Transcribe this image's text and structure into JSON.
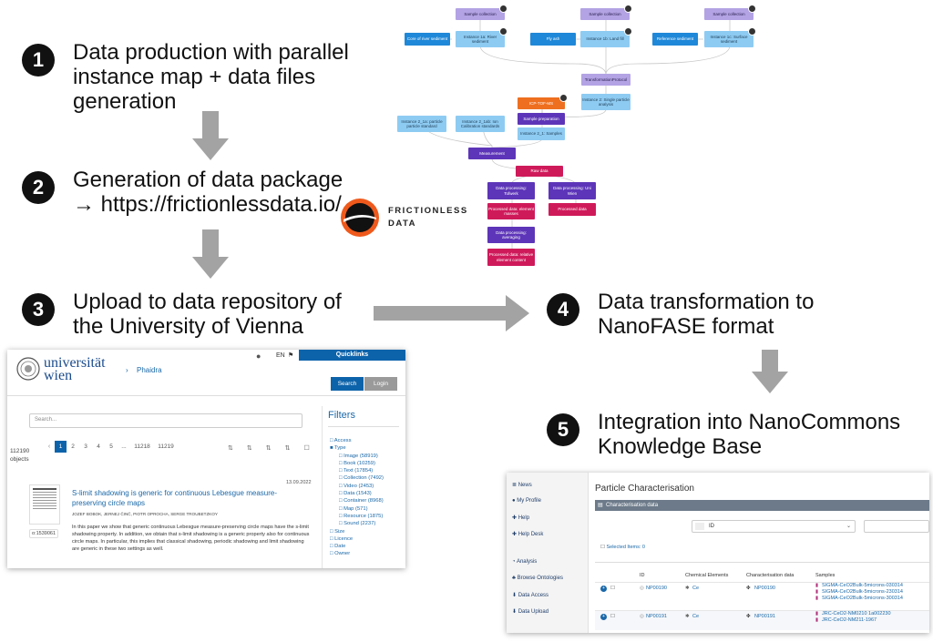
{
  "steps": [
    {
      "num": "1",
      "text": "Data production with parallel instance map + data files generation"
    },
    {
      "num": "2",
      "line1": "Generation of data package",
      "line2": "→ https://frictionlessdata.io/"
    },
    {
      "num": "3",
      "text": "Upload to data repository of the University of Vienna"
    },
    {
      "num": "4",
      "text": "Data transformation to NanoFASE format"
    },
    {
      "num": "5",
      "text": "Integration into NanoCommons Knowledge Base"
    }
  ],
  "frictionless": {
    "line1": "FRICTIONLESS",
    "line2": "DATA"
  },
  "flow": {
    "sample1": "Sample collection",
    "sample2": "Sample collection",
    "sample3": "Sample collection",
    "core": "Core of river sediment",
    "fly": "Fly ash",
    "ref": "Reference sediment",
    "inst1": "Instance 1a: River sediment",
    "inst2": "Instance 1b: Land fill",
    "inst3": "Instance 1c: Surface sediment",
    "transform": "TransformationProtocol",
    "single": "Instance 2: Single particle analysis",
    "icp": "ICP-TOF-MS",
    "prep": "Sample preparation",
    "inst2a": "Instance 2_1a: particle particle standard",
    "inst2b": "Instance 2_1ab: Ion Calibration standards",
    "inst2c": "Instance 2_1: Samples",
    "measure": "Measurement",
    "raw": "Raw data",
    "dp1": "Data processing: Tofwerk",
    "dp2": "Data processing: Uni Wien",
    "pd1": "Processed data: element masses",
    "pd2": "Processed data",
    "dp3": "Data processing: averaging",
    "pd3": "Processed data: relative element content"
  },
  "wien": {
    "logo_line1": "universität",
    "logo_line2": "wien",
    "breadcrumb": "Phaidra",
    "lang": "EN",
    "quicklinks": "Quicklinks",
    "search_btn": "Search",
    "login_btn": "Login",
    "search_placeholder": "Search...",
    "count": "112190",
    "count_label": "objects",
    "pages": [
      "1",
      "2",
      "3",
      "4",
      "5",
      "...",
      "11218",
      "11219"
    ],
    "date": "13.09.2022",
    "title": "S-limit shadowing is generic for continuous Lebesgue measure-preserving circle maps",
    "authors": "JOZEF BOBOK, JERNEJ ČINČ, PIOTR OPROCHA, SERGE TROUBETZKOY",
    "abstract": "In this paper we show that generic continuous Lebesgue measure-preserving circle maps have the s-limit shadowing property. In addition, we obtain that s-limit shadowing is a generic property also for continuous circle maps. In particular, this implies that classical shadowing, periodic shadowing and limit shadowing are generic in these two settings as well.",
    "object_id": "o:1539061",
    "filters_title": "Filters",
    "filters": [
      {
        "label": "Access",
        "sub": false
      },
      {
        "label": "Type",
        "sub": false,
        "checked": true
      },
      {
        "label": "Image (58919)",
        "sub": true
      },
      {
        "label": "Book (10259)",
        "sub": true
      },
      {
        "label": "Text (17854)",
        "sub": true
      },
      {
        "label": "Collection (7492)",
        "sub": true
      },
      {
        "label": "Video (2453)",
        "sub": true
      },
      {
        "label": "Data (1543)",
        "sub": true
      },
      {
        "label": "Container (8968)",
        "sub": true
      },
      {
        "label": "Map (571)",
        "sub": true
      },
      {
        "label": "Resource (1875)",
        "sub": true
      },
      {
        "label": "Sound (2237)",
        "sub": true
      },
      {
        "label": "Size",
        "sub": false
      },
      {
        "label": "Licence",
        "sub": false
      },
      {
        "label": "Date",
        "sub": false
      },
      {
        "label": "Owner",
        "sub": false
      }
    ]
  },
  "nano": {
    "nav": [
      "News",
      "My Profile",
      "Help",
      "Help Desk",
      "Analysis",
      "Browse Ontologies",
      "Data Access",
      "Data Upload"
    ],
    "title": "Particle Characterisation",
    "bar": "Characterisation data",
    "id_select": "ID",
    "selected_items": "Selected Items: 0",
    "cols": [
      "ID",
      "Chemical Elements",
      "Characterisation data",
      "Samples"
    ],
    "rows": [
      {
        "id": "NP00190",
        "el": "Ce",
        "cd": "NP00190",
        "samples": [
          "SIGMA-CeO2Bulk-5microns-030314",
          "SIGMA-CeO2Bulk-5microns-230314",
          "SIGMA-CeO2Bulk-5microns-300314"
        ]
      },
      {
        "id": "NP00191",
        "el": "Ce",
        "cd": "NP00191",
        "samples": [
          "JRC-CeO2-NM0210 1a002230",
          "JRC-CeO2-NM211-1967"
        ]
      }
    ]
  }
}
